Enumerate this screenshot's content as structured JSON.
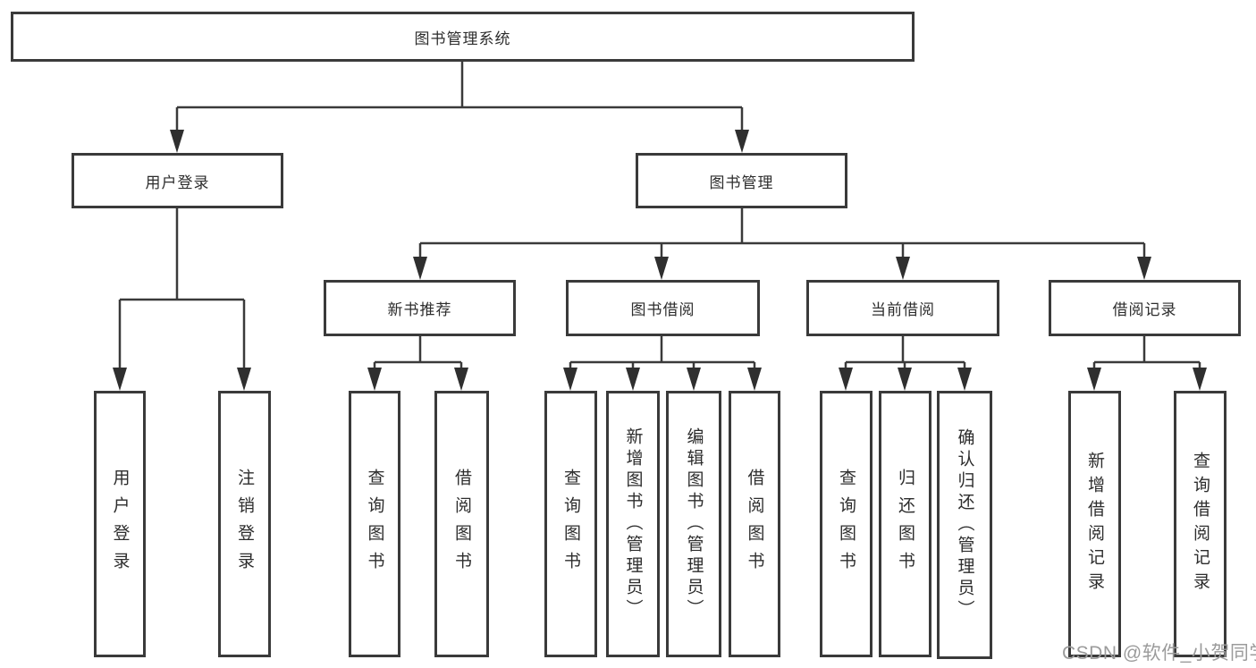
{
  "tree": {
    "root": {
      "label": "图书管理系统",
      "children": [
        {
          "label": "用户登录",
          "children": [
            {
              "label": "用户登录"
            },
            {
              "label": "注销登录"
            }
          ]
        },
        {
          "label": "图书管理",
          "children": [
            {
              "label": "新书推荐",
              "children": [
                {
                  "label": "查询图书"
                },
                {
                  "label": "借阅图书"
                }
              ]
            },
            {
              "label": "图书借阅",
              "children": [
                {
                  "label": "查询图书"
                },
                {
                  "label": "新增图书（管理员）"
                },
                {
                  "label": "编辑图书（管理员）"
                },
                {
                  "label": "借阅图书"
                }
              ]
            },
            {
              "label": "当前借阅",
              "children": [
                {
                  "label": "查询图书"
                },
                {
                  "label": "归还图书"
                },
                {
                  "label": "确认归还（管理员）"
                }
              ]
            },
            {
              "label": "借阅记录",
              "children": [
                {
                  "label": "新增借阅记录"
                },
                {
                  "label": "查询借阅记录"
                }
              ]
            }
          ]
        }
      ]
    }
  },
  "watermark": {
    "text": "CSDN @软件_小贺同学",
    "color": "#9b9b9b"
  },
  "colors": {
    "background": "#ffffff",
    "box_border": "#3a3a3a",
    "line": "#3a3a3a",
    "text": "#2d2d2d"
  }
}
